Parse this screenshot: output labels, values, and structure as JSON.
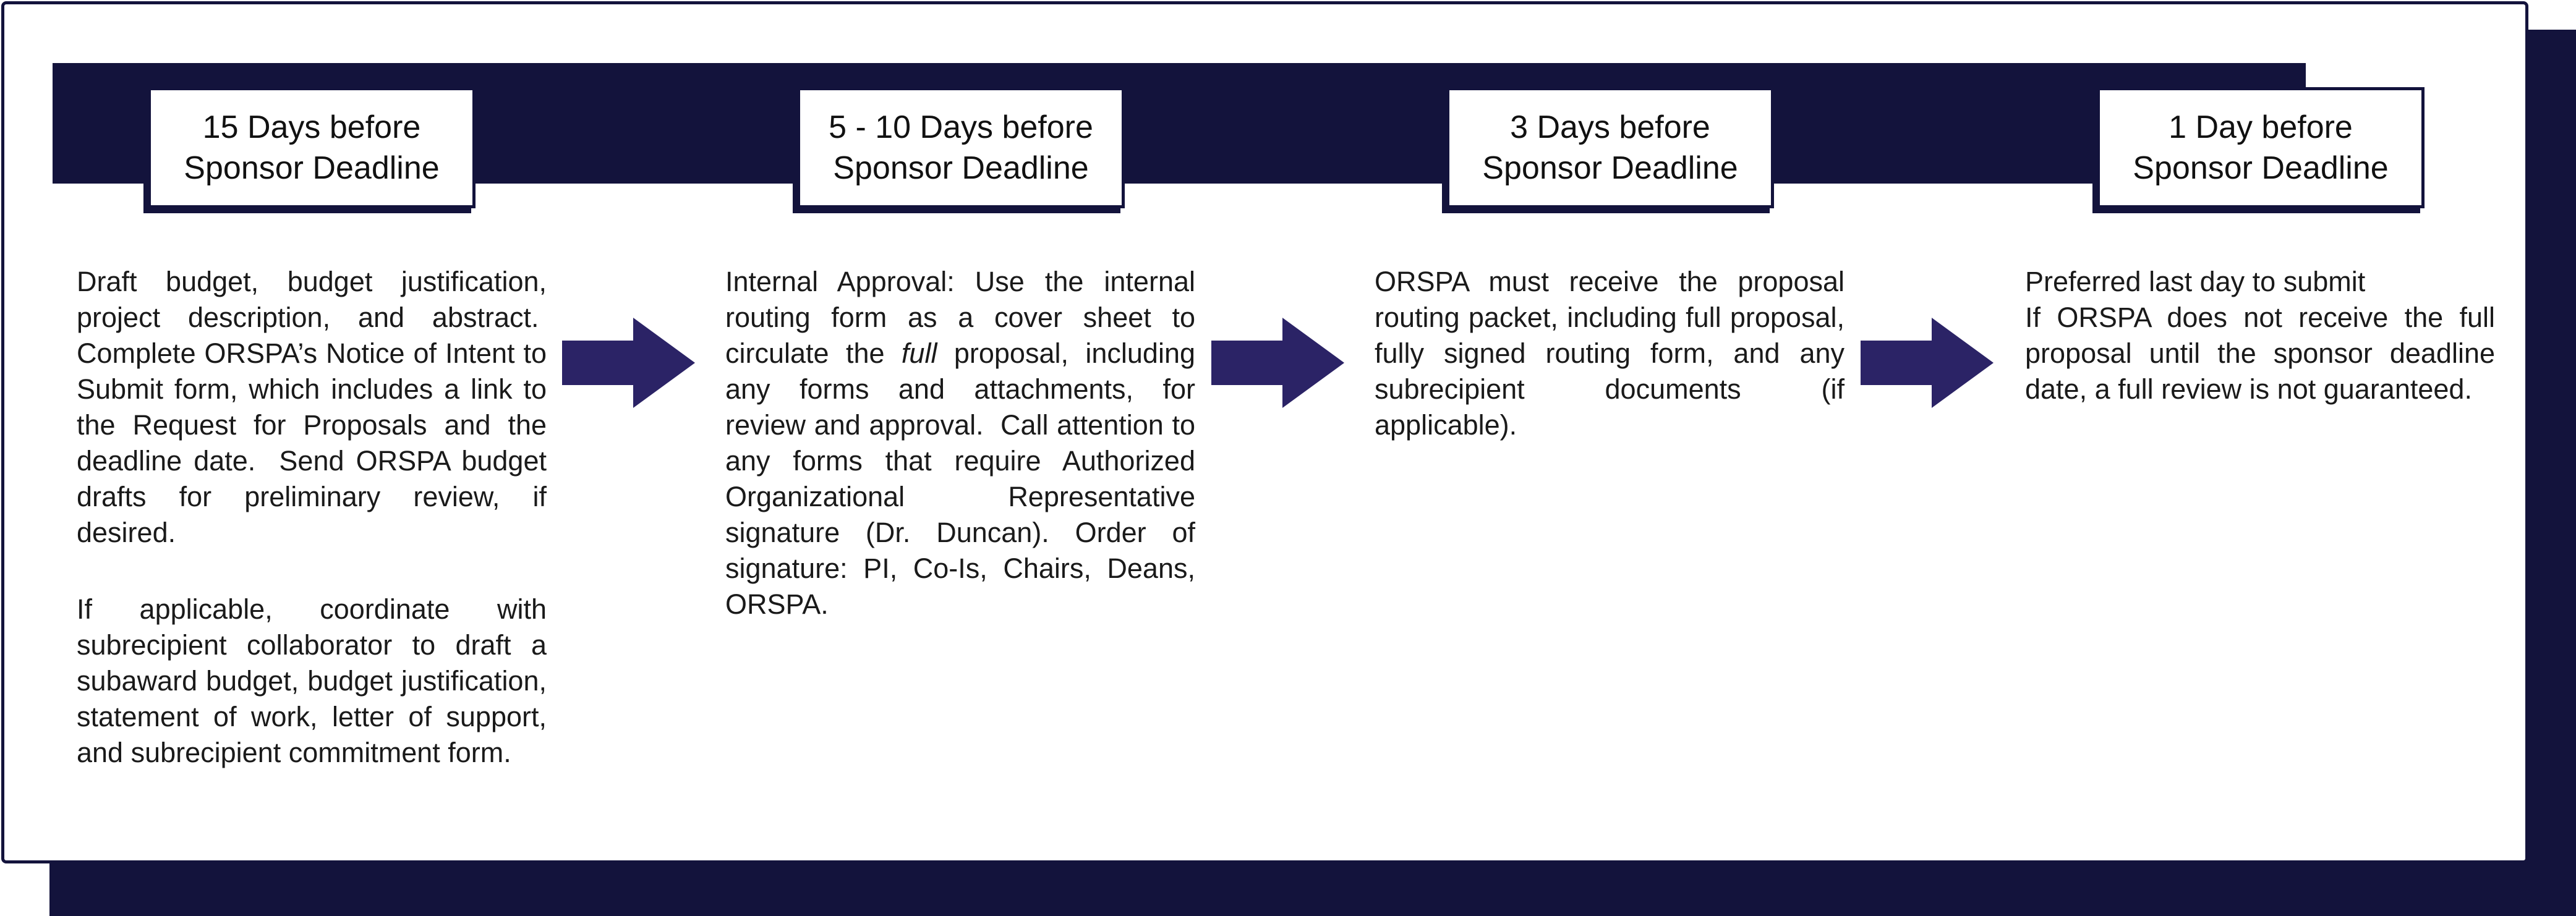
{
  "colors": {
    "navy": "#13133C",
    "arrow_indigo": "#2B2366",
    "body_text": "#1A1A1A"
  },
  "stages": [
    {
      "header_line1": "15 Days before",
      "header_line2": "Sponsor Deadline",
      "p1": "Draft budget, budget justification, project description, and abstract.  Complete ORSPA’s Notice of Intent to Submit form, which includes a link to the Request for Proposals and the deadline date.  Send ORSPA budget drafts for preliminary review, if desired.",
      "p2": "If applicable, coordinate with subrecipient collaborator to draft a subaward budget, budget justification, statement of work, letter of support, and subrecipient commitment form."
    },
    {
      "header_line1": "5 - 10 Days before",
      "header_line2": "Sponsor Deadline",
      "p1_pre": "Internal Approval: Use the internal routing form as a cover sheet to circulate the ",
      "p1_italic": "full",
      "p1_post": " proposal, including any forms and attachments, for review and approval.  Call attention to any forms that require Authorized Organizational Representative signature (Dr. Duncan). Order of signature: PI, Co-Is, Chairs, Deans, ORSPA."
    },
    {
      "header_line1": "3 Days before",
      "header_line2": "Sponsor Deadline",
      "p1": "ORSPA must receive the proposal routing packet, including full proposal, fully signed routing form, and any subrecipient documents (if applicable)."
    },
    {
      "header_line1": "1 Day before",
      "header_line2": "Sponsor Deadline",
      "p1_line1": "Preferred last day to submit",
      "p1_rest": "If ORSPA does not receive the full proposal until the sponsor deadline date, a full review is not guaranteed."
    }
  ]
}
